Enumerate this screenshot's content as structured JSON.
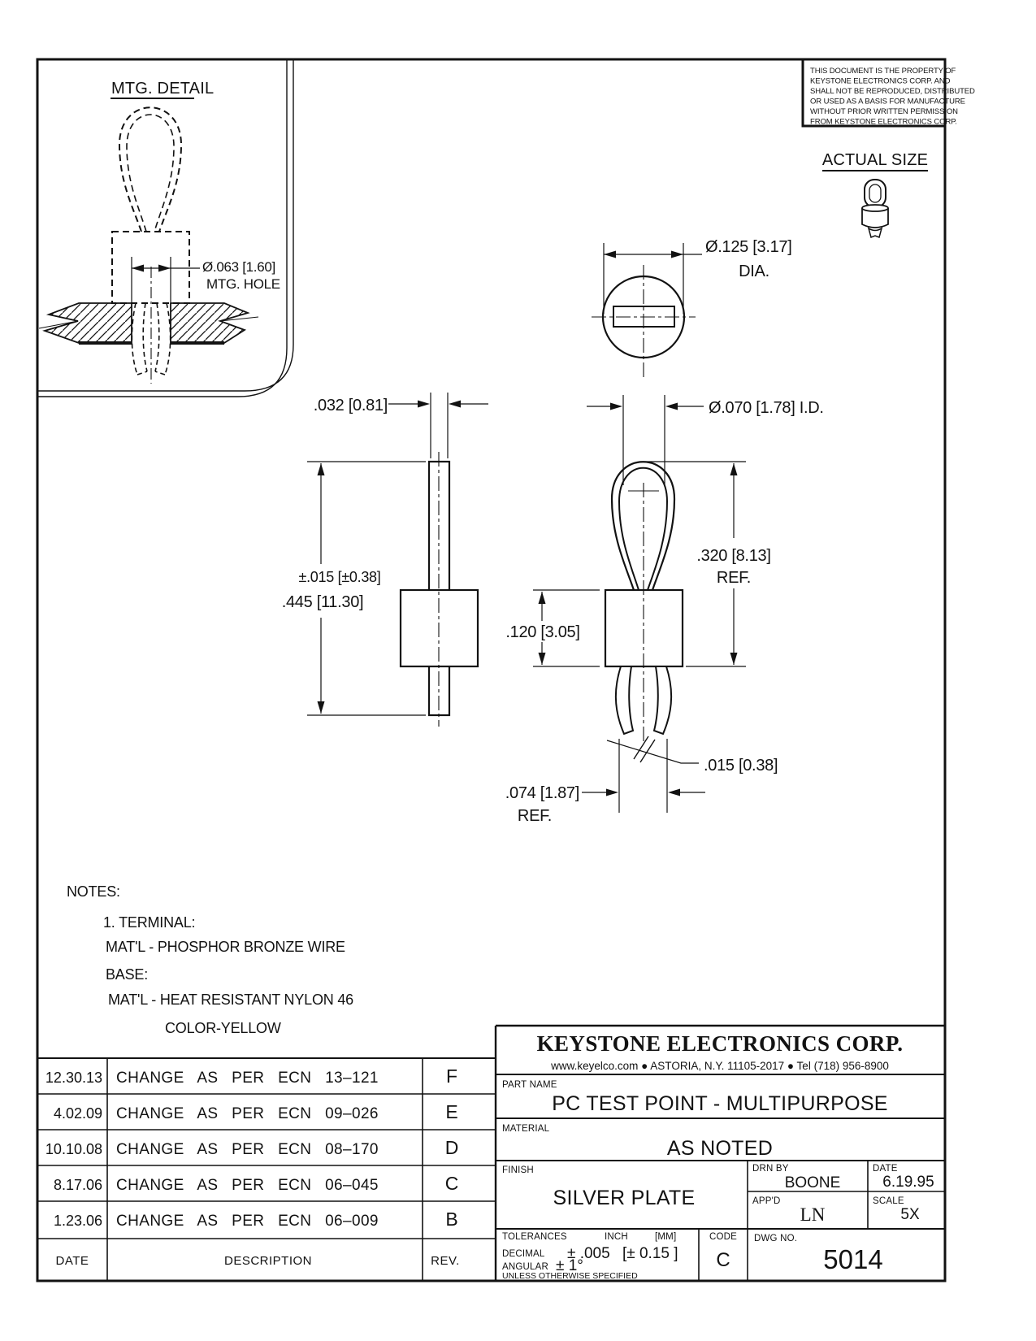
{
  "sheet": {
    "property_notice": [
      "THIS DOCUMENT IS THE PROPERTY OF",
      "KEYSTONE ELECTRONICS CORP. AND",
      "SHALL NOT BE REPRODUCED, DISTRIBUTED",
      "OR USED AS A BASIS FOR MANUFACTURE",
      "WITHOUT PRIOR WRITTEN PERMISSION",
      "FROM KEYSTONE ELECTRONICS CORP."
    ],
    "actual_size": "ACTUAL SIZE"
  },
  "mtg_detail": {
    "title": "MTG. DETAIL",
    "hole_dia": "Ø.063 [1.60]",
    "hole_label": "MTG. HOLE"
  },
  "top_view": {
    "dia": "Ø.125 [3.17]",
    "dia_suffix": "DIA."
  },
  "side_view": {
    "thickness": ".032 [0.81]",
    "height_tol": "±.015 [±0.38]",
    "height": ".445 [11.30]"
  },
  "front_view": {
    "loop_id": "Ø.070 [1.78] I.D.",
    "loop_height": ".320 [8.13]",
    "loop_height_suffix": "REF.",
    "base_height": ".120 [3.05]",
    "wire_dia": ".015 [0.38]",
    "lead_span": ".074 [1.87]",
    "lead_span_suffix": "REF."
  },
  "notes": {
    "heading": "NOTES:",
    "item1": "1. TERMINAL:",
    "item1a": "MAT'L - PHOSPHOR BRONZE WIRE",
    "item1b": "BASE:",
    "item1c": "MAT'L - HEAT RESISTANT NYLON 46",
    "item1d": "COLOR-YELLOW"
  },
  "revision_table": {
    "rows": [
      {
        "date": "12.30.13",
        "description": "CHANGE AS PER ECN 13–121",
        "rev": "F"
      },
      {
        "date": "4.02.09",
        "description": "CHANGE AS PER ECN 09–026",
        "rev": "E"
      },
      {
        "date": "10.10.08",
        "description": "CHANGE AS PER ECN 08–170",
        "rev": "D"
      },
      {
        "date": "8.17.06",
        "description": "CHANGE AS PER ECN 06–045",
        "rev": "C"
      },
      {
        "date": "1.23.06",
        "description": "CHANGE AS PER ECN 06–009",
        "rev": "B"
      }
    ],
    "header": {
      "date": "DATE",
      "description": "DESCRIPTION",
      "rev": "REV."
    }
  },
  "title_block": {
    "company": "KEYSTONE ELECTRONICS CORP.",
    "contact": "www.keyelco.com  ●  ASTORIA, N.Y. 11105-2017  ●  Tel (718) 956-8900",
    "part_name_label": "PART NAME",
    "part_name": "PC TEST POINT - MULTIPURPOSE",
    "material_label": "MATERIAL",
    "material": "AS NOTED",
    "finish_label": "FINISH",
    "finish": "SILVER PLATE",
    "drn_by_label": "DRN BY",
    "drn_by": "BOONE",
    "date_label": "DATE",
    "date": "6.19.95",
    "appd_label": "APP'D",
    "appd": "LN",
    "scale_label": "SCALE",
    "scale": "5X",
    "tol_label": "TOLERANCES",
    "tol_inch": "INCH",
    "tol_mm": "[MM]",
    "tol_decimal_label": "DECIMAL",
    "tol_decimal_inch": "± .005",
    "tol_decimal_mm": "[± 0.15 ]",
    "tol_angular_label": "ANGULAR",
    "tol_angular_value": "± 1°",
    "tol_unless": "UNLESS OTHERWISE SPECIFIED",
    "code_label": "CODE",
    "code": "C",
    "dwg_label": "DWG NO.",
    "dwg_no": "5014"
  }
}
